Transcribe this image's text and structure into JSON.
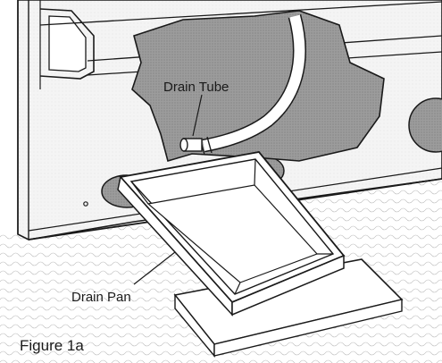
{
  "figure": {
    "labels": {
      "drain_tube": "Drain Tube",
      "drain_pan": "Drain Pan"
    },
    "caption": "Figure 1a"
  }
}
